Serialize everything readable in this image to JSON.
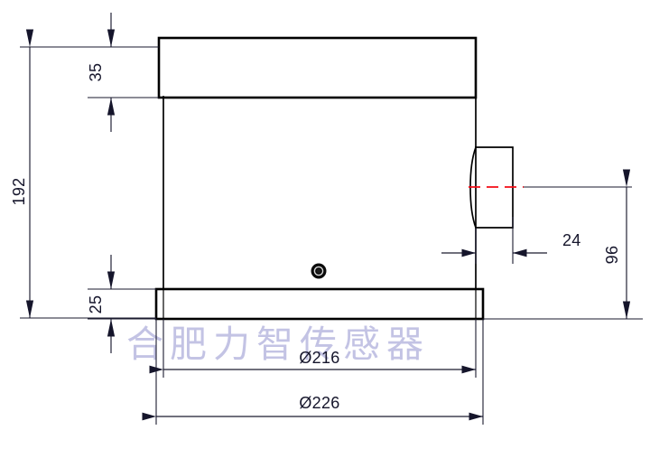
{
  "drawing": {
    "title": "Load cell / sensor outline dimension drawing",
    "view": "front elevation (section)",
    "units": "mm",
    "background_color": "#ffffff",
    "line_color": "#000000",
    "dimension_color": "#15152b",
    "centerline_color": "#f40b16",
    "watermark_color": "#b9b9e0"
  },
  "watermark": {
    "text": "合肥力智传感器"
  },
  "dimensions": {
    "overall_height": {
      "value": "192",
      "label": "192",
      "orientation": "vertical",
      "arrow_style": "outward-pair"
    },
    "top_cap_height": {
      "value": "35",
      "label": "35",
      "orientation": "vertical",
      "arrow_style": "inward-pair"
    },
    "bottom_flange_height": {
      "value": "25",
      "label": "25",
      "orientation": "vertical",
      "arrow_style": "inward-pair"
    },
    "connector_boss_width": {
      "value": "24",
      "label": "24",
      "orientation": "horizontal",
      "arrow_style": "inward-pair"
    },
    "centerline_height": {
      "value": "96",
      "label": "96",
      "orientation": "vertical",
      "arrow_style": "outward-pair"
    },
    "body_diameter": {
      "value": "216",
      "label": "Ø216",
      "symbol": "Ø",
      "orientation": "horizontal",
      "arrow_style": "outward-pair"
    },
    "flange_diameter": {
      "value": "226",
      "label": "Ø226",
      "symbol": "Ø",
      "orientation": "horizontal",
      "arrow_style": "outward-pair"
    }
  },
  "features": {
    "top_cap": "top-cap-band",
    "main_body": "cylindrical-body",
    "bottom_flange": "bottom-flange-band",
    "connector_boss": "side-connector-boss",
    "vent_plug": "vent-breather-plug",
    "axis_centerline": "connector-axis-centerline"
  }
}
